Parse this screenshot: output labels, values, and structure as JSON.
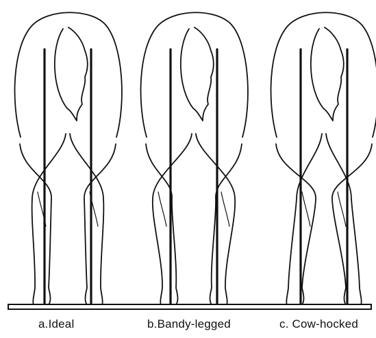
{
  "panels": [
    {
      "caption": "a.Ideal",
      "stance": "ideal"
    },
    {
      "caption": "b.Bandy-legged",
      "stance": "bandy"
    },
    {
      "caption": "c. Cow-hocked",
      "stance": "cow"
    }
  ],
  "colors": {
    "ink": "#111111",
    "background": "#ffffff"
  }
}
